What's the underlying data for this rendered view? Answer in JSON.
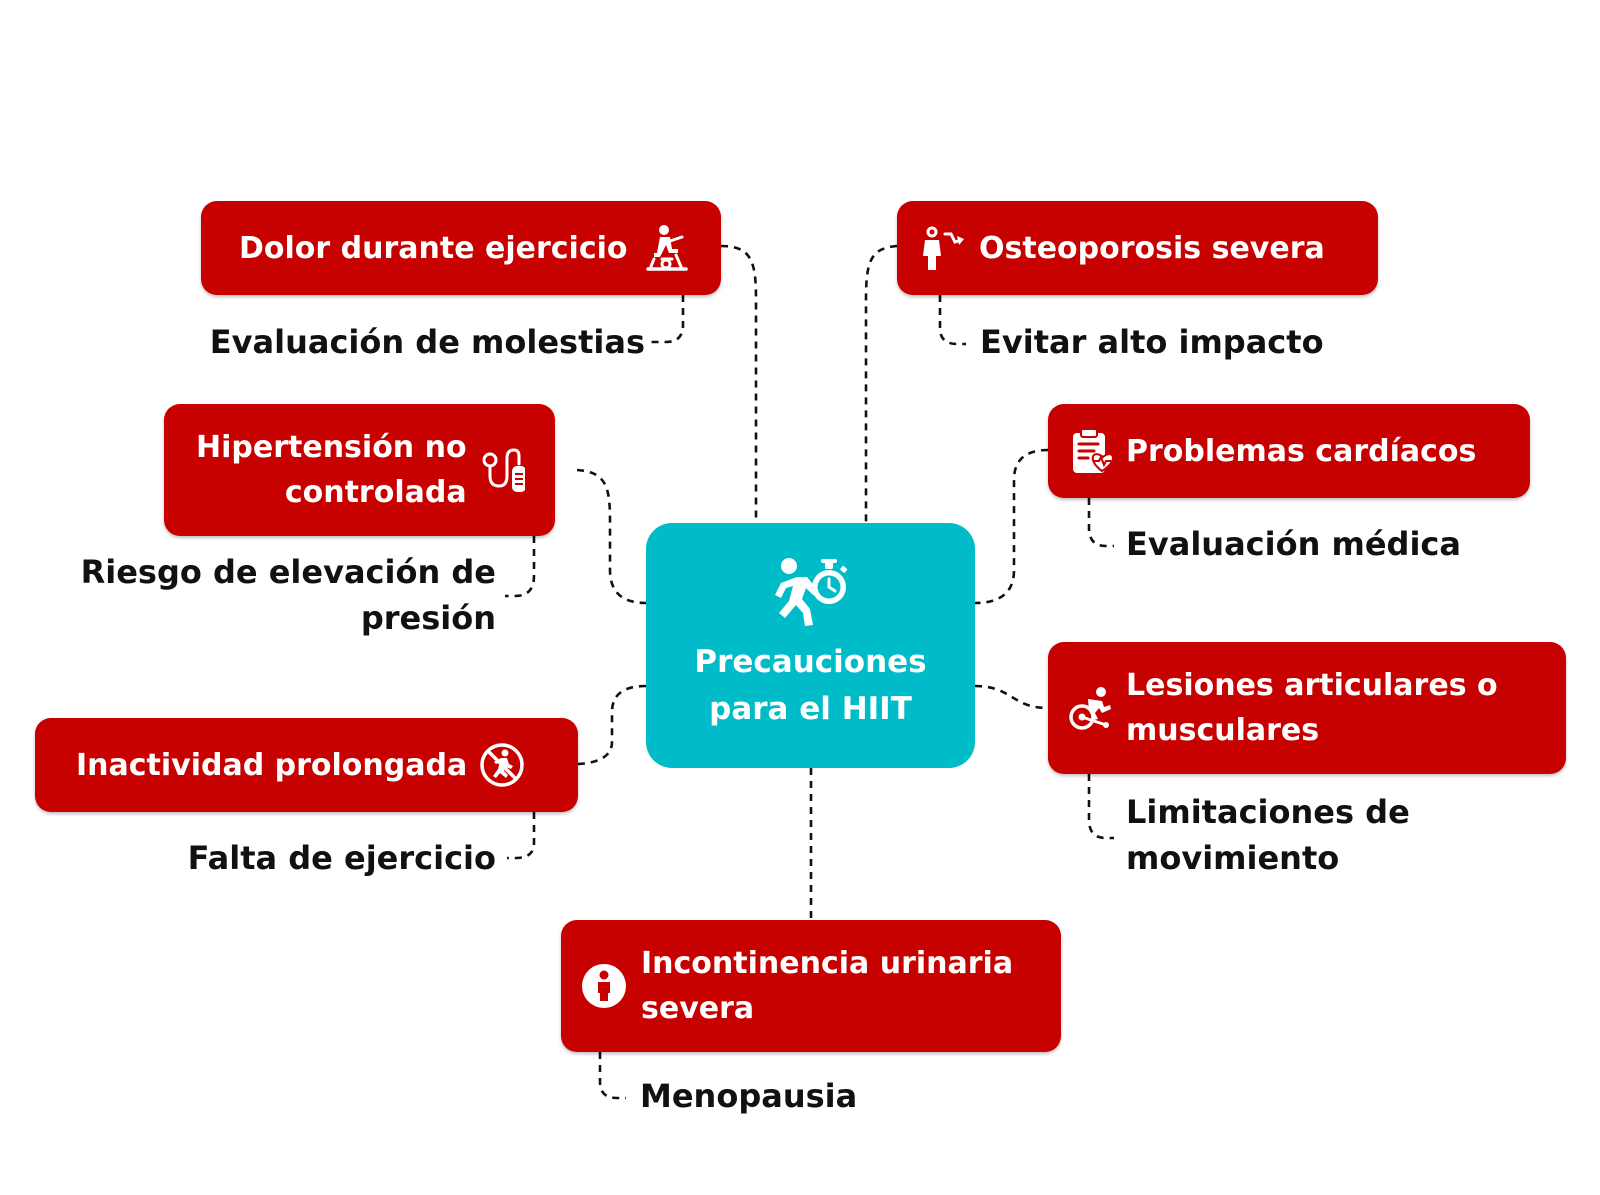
{
  "central": {
    "title_line1": "Precauciones",
    "title_line2": "para el HIIT",
    "icon": "runner-stopwatch-icon"
  },
  "branches": {
    "dolor": {
      "title": "Dolor durante ejercicio",
      "icon": "exercise-bike-icon",
      "detail": "Evaluación de molestias"
    },
    "hipertension": {
      "title_line1": "Hipertensión no",
      "title_line2": "controlada",
      "icon": "blood-pressure-icon",
      "detail_line1": "Riesgo de elevación de",
      "detail_line2": "presión"
    },
    "inactividad": {
      "title": "Inactividad prolongada",
      "icon": "no-running-icon",
      "detail": "Falta de ejercicio"
    },
    "osteoporosis": {
      "title": "Osteoporosis severa",
      "icon": "bone-loss-person-icon",
      "detail": "Evitar alto impacto"
    },
    "cardiacos": {
      "title": "Problemas cardíacos",
      "icon": "medical-clipboard-heart-icon",
      "detail": "Evaluación médica"
    },
    "lesiones": {
      "title_line1": "Lesiones articulares o",
      "title_line2": "musculares",
      "icon": "wheelchair-athlete-icon",
      "detail_line1": "Limitaciones de",
      "detail_line2": "movimiento"
    },
    "incontinencia": {
      "title_line1": "Incontinencia urinaria",
      "title_line2": "severa",
      "icon": "info-person-icon",
      "detail": "Menopausia"
    }
  },
  "colors": {
    "node": "#c70000",
    "center": "#00bcc8",
    "connector": "#111111",
    "text_dark": "#111111",
    "text_light": "#ffffff"
  }
}
